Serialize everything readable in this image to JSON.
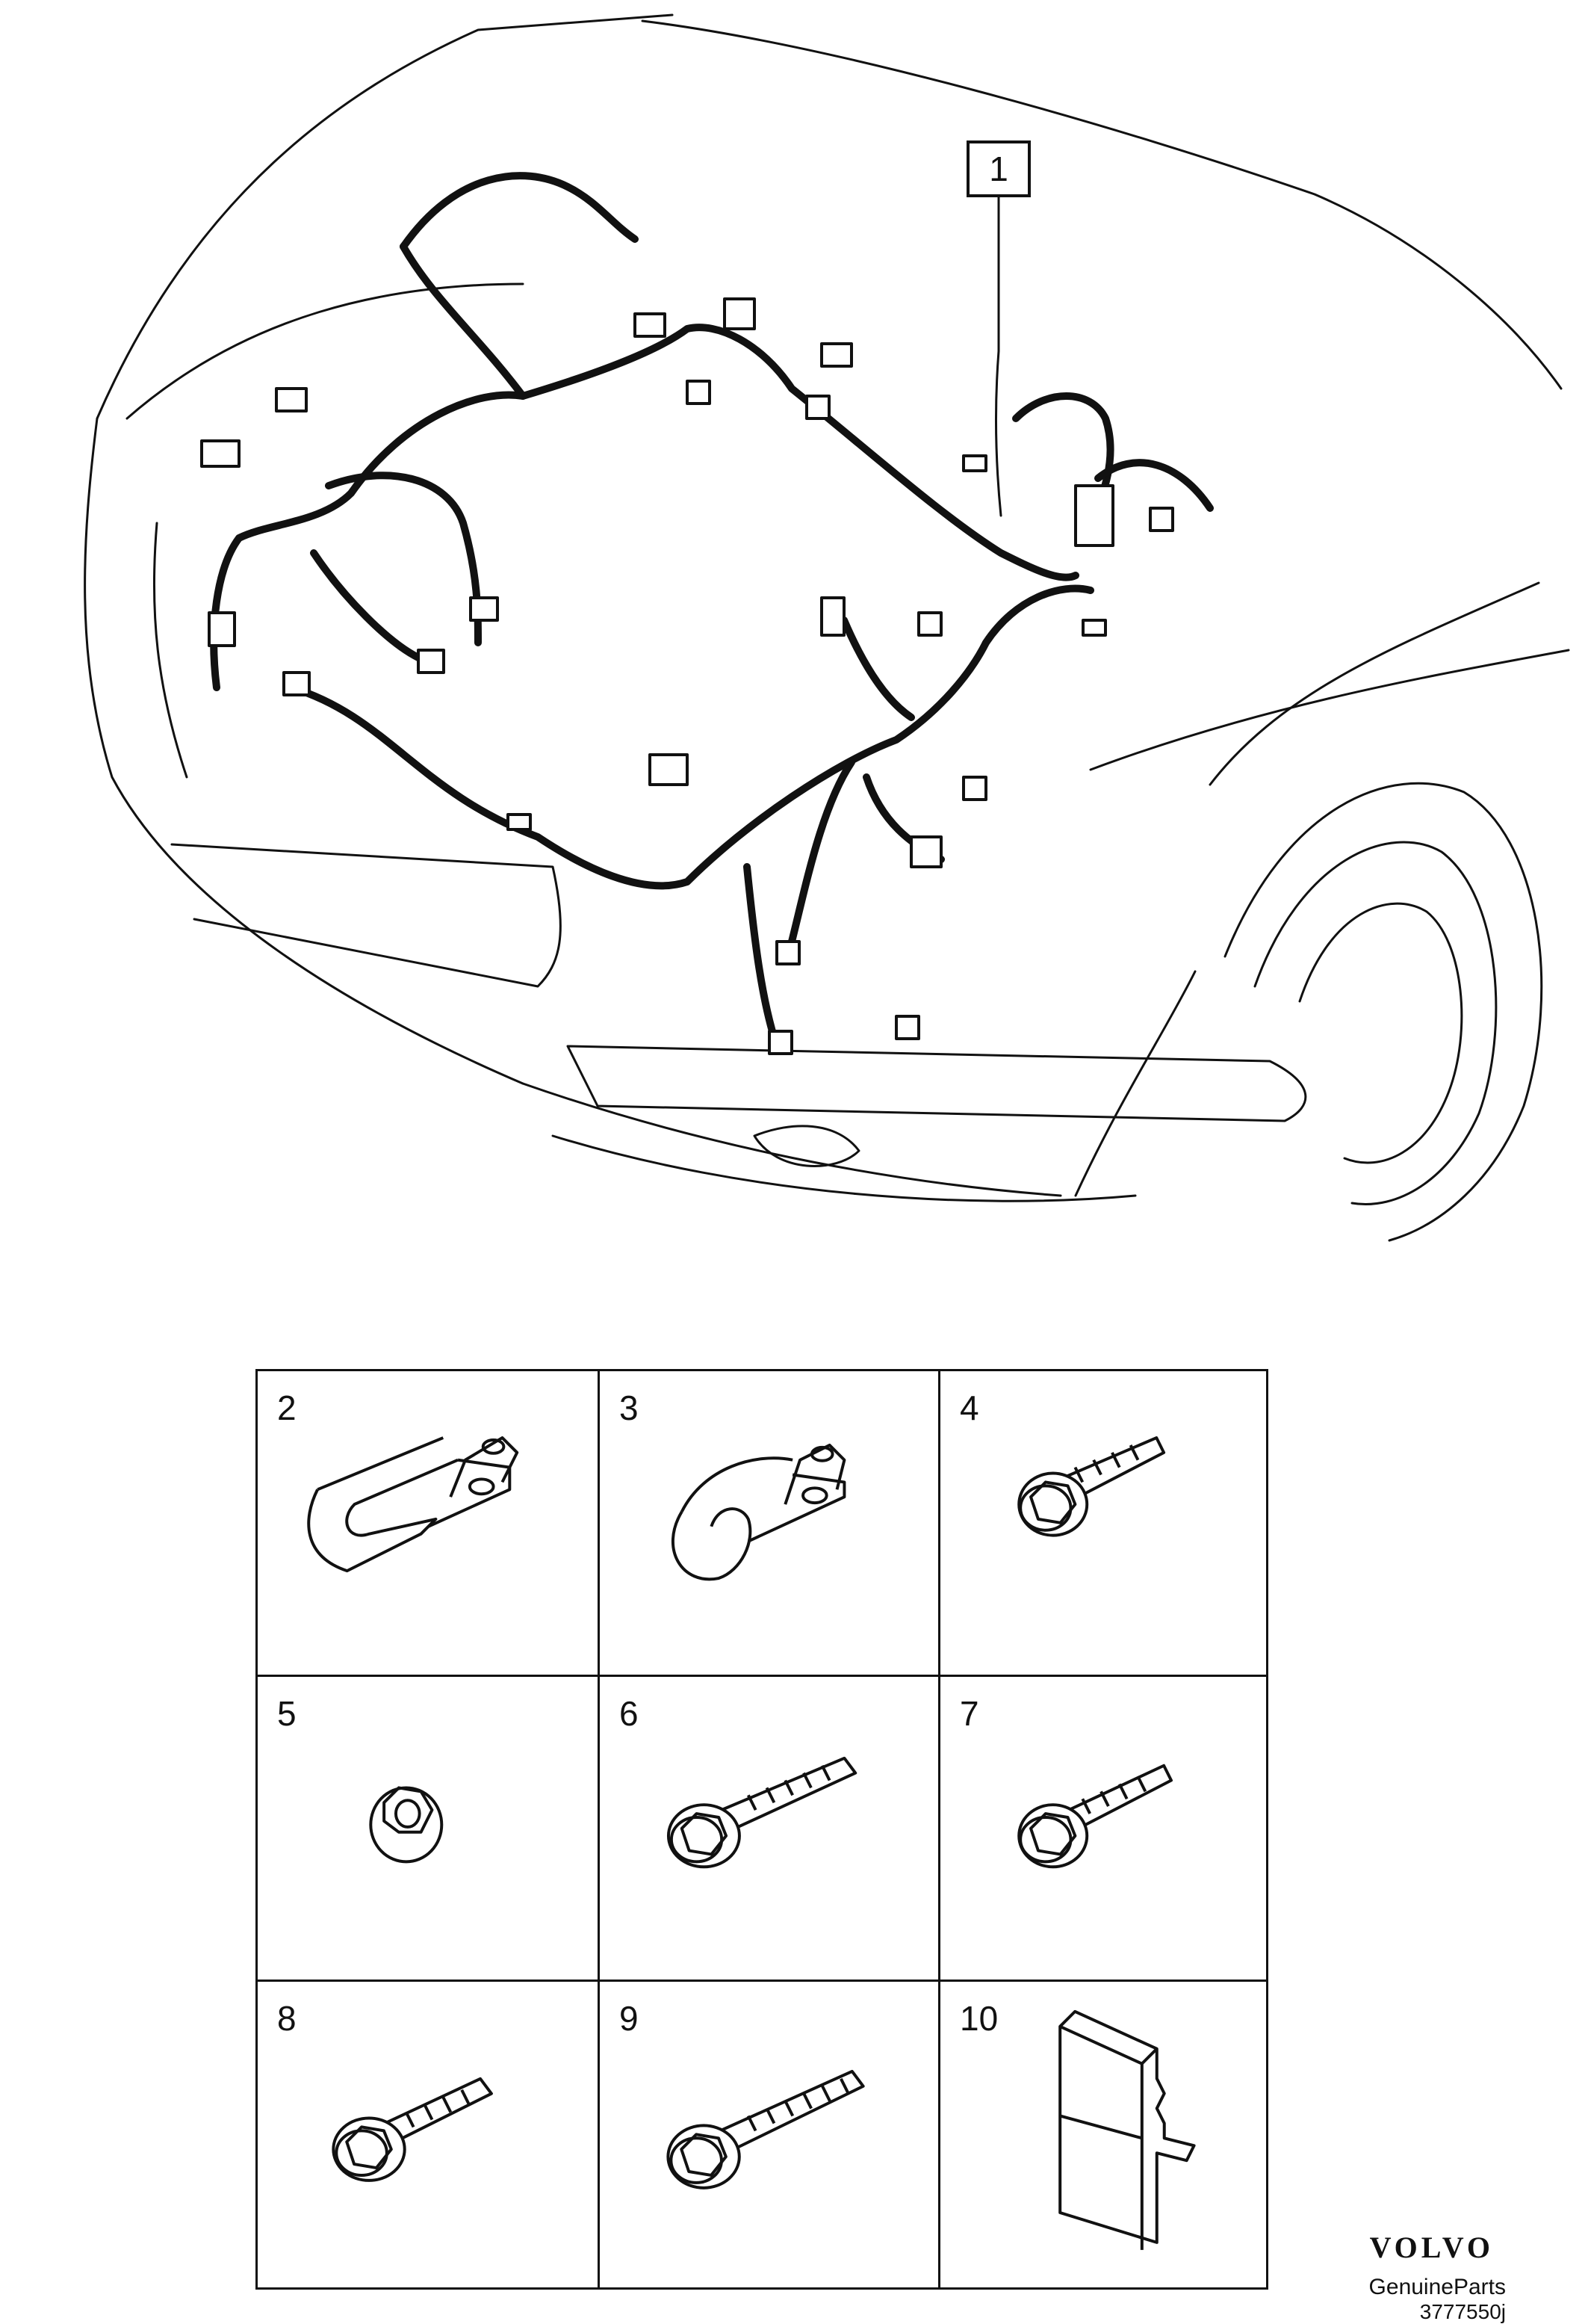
{
  "callout": {
    "label": "1"
  },
  "parts": [
    {
      "number": "2",
      "icon": "wide-cable-clip-icon"
    },
    {
      "number": "3",
      "icon": "round-cable-clip-icon"
    },
    {
      "number": "4",
      "icon": "flange-bolt-short-icon"
    },
    {
      "number": "5",
      "icon": "flange-nut-icon"
    },
    {
      "number": "6",
      "icon": "flange-bolt-long-icon"
    },
    {
      "number": "7",
      "icon": "flange-bolt-short-icon"
    },
    {
      "number": "8",
      "icon": "flange-bolt-medium-icon"
    },
    {
      "number": "9",
      "icon": "flange-bolt-long-icon"
    },
    {
      "number": "10",
      "icon": "bracket-plate-icon"
    }
  ],
  "footer": {
    "brand": "VOLVO",
    "subtitle": "GenuineParts",
    "code": "3777550j"
  }
}
